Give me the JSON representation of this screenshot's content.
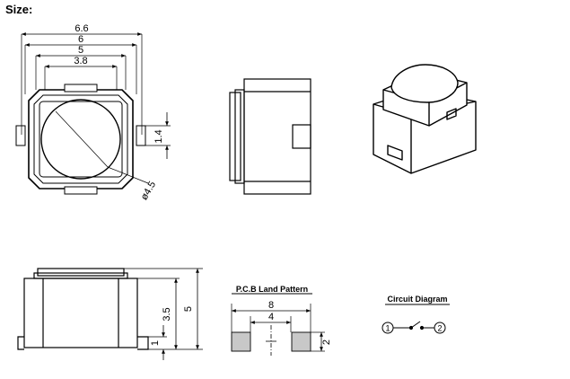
{
  "title": "Size:",
  "top_view": {
    "dims": {
      "outer_width": "6.6",
      "body_width": "6",
      "inner_width": "5",
      "button_width": "3.8",
      "side_height": "1.4",
      "button_diameter": "ø4.5"
    }
  },
  "bottom_view": {
    "dims": {
      "height_total": "5",
      "height_body": "3.5",
      "terminal_height": "1"
    }
  },
  "pcb": {
    "title": "P.C.B Land Pattern",
    "dims": {
      "outer": "8",
      "inner": "4",
      "pad": "2"
    }
  },
  "circuit": {
    "title": "Circuit Diagram",
    "pin1": "1",
    "pin2": "2"
  }
}
